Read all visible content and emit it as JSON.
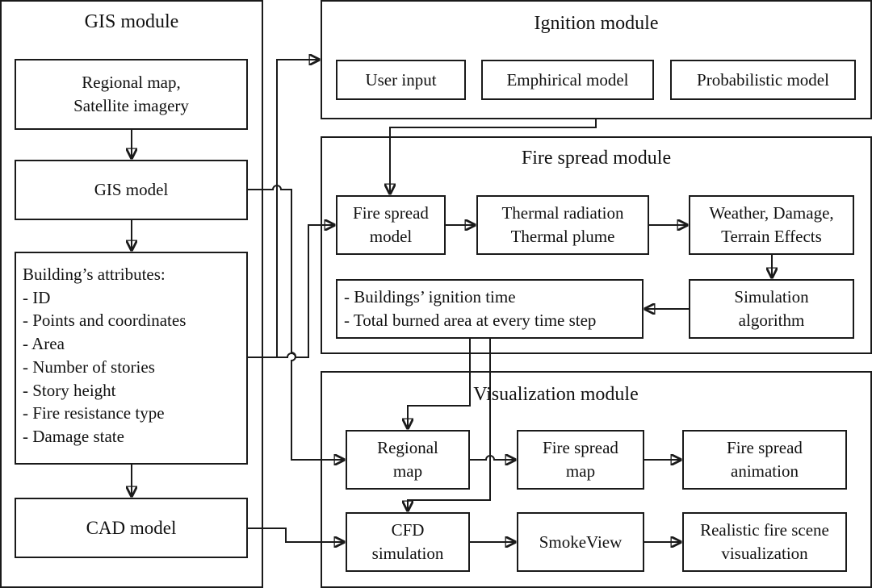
{
  "gis_module": {
    "title": "GIS module",
    "regional_map_box": [
      "Regional map,",
      "Satellite imagery"
    ],
    "gis_model_box": "GIS model",
    "attributes_box": {
      "heading": "Building’s attributes:",
      "items": [
        "- ID",
        "- Points and coordinates",
        "- Area",
        "- Number of stories",
        "- Story height",
        "- Fire resistance type",
        "- Damage state"
      ]
    },
    "cad_model_box": "CAD model"
  },
  "ignition_module": {
    "title": "Ignition module",
    "boxes": [
      "User input",
      "Emphirical model",
      "Probabilistic model"
    ]
  },
  "fire_spread_module": {
    "title": "Fire spread module",
    "fire_spread_model": [
      "Fire spread",
      "model"
    ],
    "thermal": [
      "Thermal radiation",
      "Thermal plume"
    ],
    "effects": [
      "Weather, Damage,",
      "Terrain Effects"
    ],
    "simulation": [
      "Simulation",
      "algorithm"
    ],
    "outputs": [
      "- Buildings’ ignition time",
      "- Total burned area at every time step"
    ]
  },
  "visualization_module": {
    "title": "Visualization module",
    "regional_map": [
      "Regional",
      "map"
    ],
    "fire_spread_map": [
      "Fire spread",
      "map"
    ],
    "fire_spread_animation": [
      "Fire spread",
      "animation"
    ],
    "cfd_simulation": [
      "CFD",
      "simulation"
    ],
    "smokeview": "SmokeView",
    "realistic_scene": [
      "Realistic fire scene",
      "visualization"
    ]
  }
}
